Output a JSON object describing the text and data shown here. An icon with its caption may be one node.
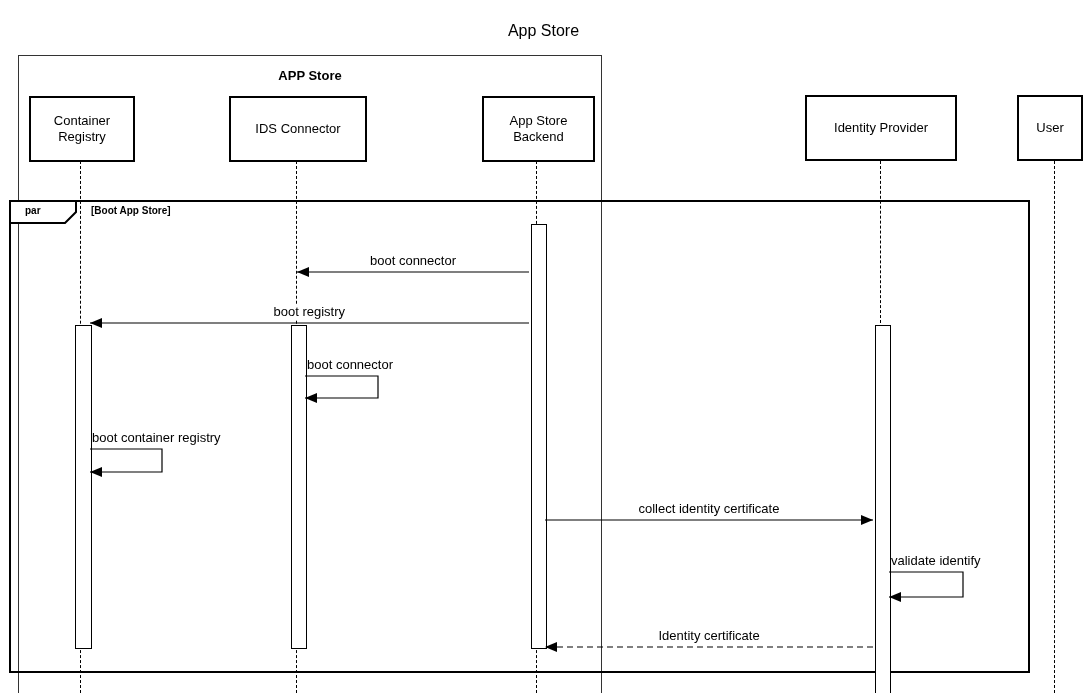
{
  "diagram": {
    "title": "App Store",
    "nodes": [
      {
        "text": [
          "APP Store"
        ]
      },
      {
        "text": [
          "Container Registry"
        ],
        "in": 0
      },
      {
        "text": [
          "IDS Connector"
        ],
        "in": 0
      },
      {
        "text": [
          "App Store Backend"
        ],
        "in": 0
      },
      {
        "text": [
          "Identity Provider"
        ]
      },
      {
        "text": [
          "User"
        ]
      },
      {
        "text": [
          "par",
          "[Boot App Store]"
        ]
      },
      {
        "text": [],
        "shape": "bar",
        "in": 6
      },
      {
        "text": [],
        "shape": "bar",
        "in": 6
      },
      {
        "text": [],
        "shape": "bar",
        "in": 6
      },
      {
        "text": [],
        "shape": "bar",
        "in": 6
      },
      {
        "text": [],
        "shape": "line"
      },
      {
        "text": [],
        "shape": "line"
      },
      {
        "text": [],
        "shape": "line"
      },
      {
        "text": [],
        "shape": "line"
      },
      {
        "text": [],
        "shape": "line"
      }
    ],
    "edges": [
      {
        "from": 9,
        "to": 12,
        "arrow": "to",
        "label": "boot connector"
      },
      {
        "from": 9,
        "to": 7,
        "arrow": "to",
        "label": "boot registry"
      },
      {
        "from": 8,
        "to": 8,
        "arrow": "to",
        "label": "boot connector"
      },
      {
        "from": 7,
        "to": 7,
        "arrow": "to",
        "label": "boot container registry"
      },
      {
        "from": 9,
        "to": 10,
        "arrow": "to",
        "label": "collect identity certificate"
      },
      {
        "from": 10,
        "to": 10,
        "arrow": "to",
        "label": "validate identify"
      },
      {
        "from": 10,
        "to": 9,
        "arrow": "to",
        "label": "Identity certificate",
        "style": "dashed"
      }
    ]
  }
}
